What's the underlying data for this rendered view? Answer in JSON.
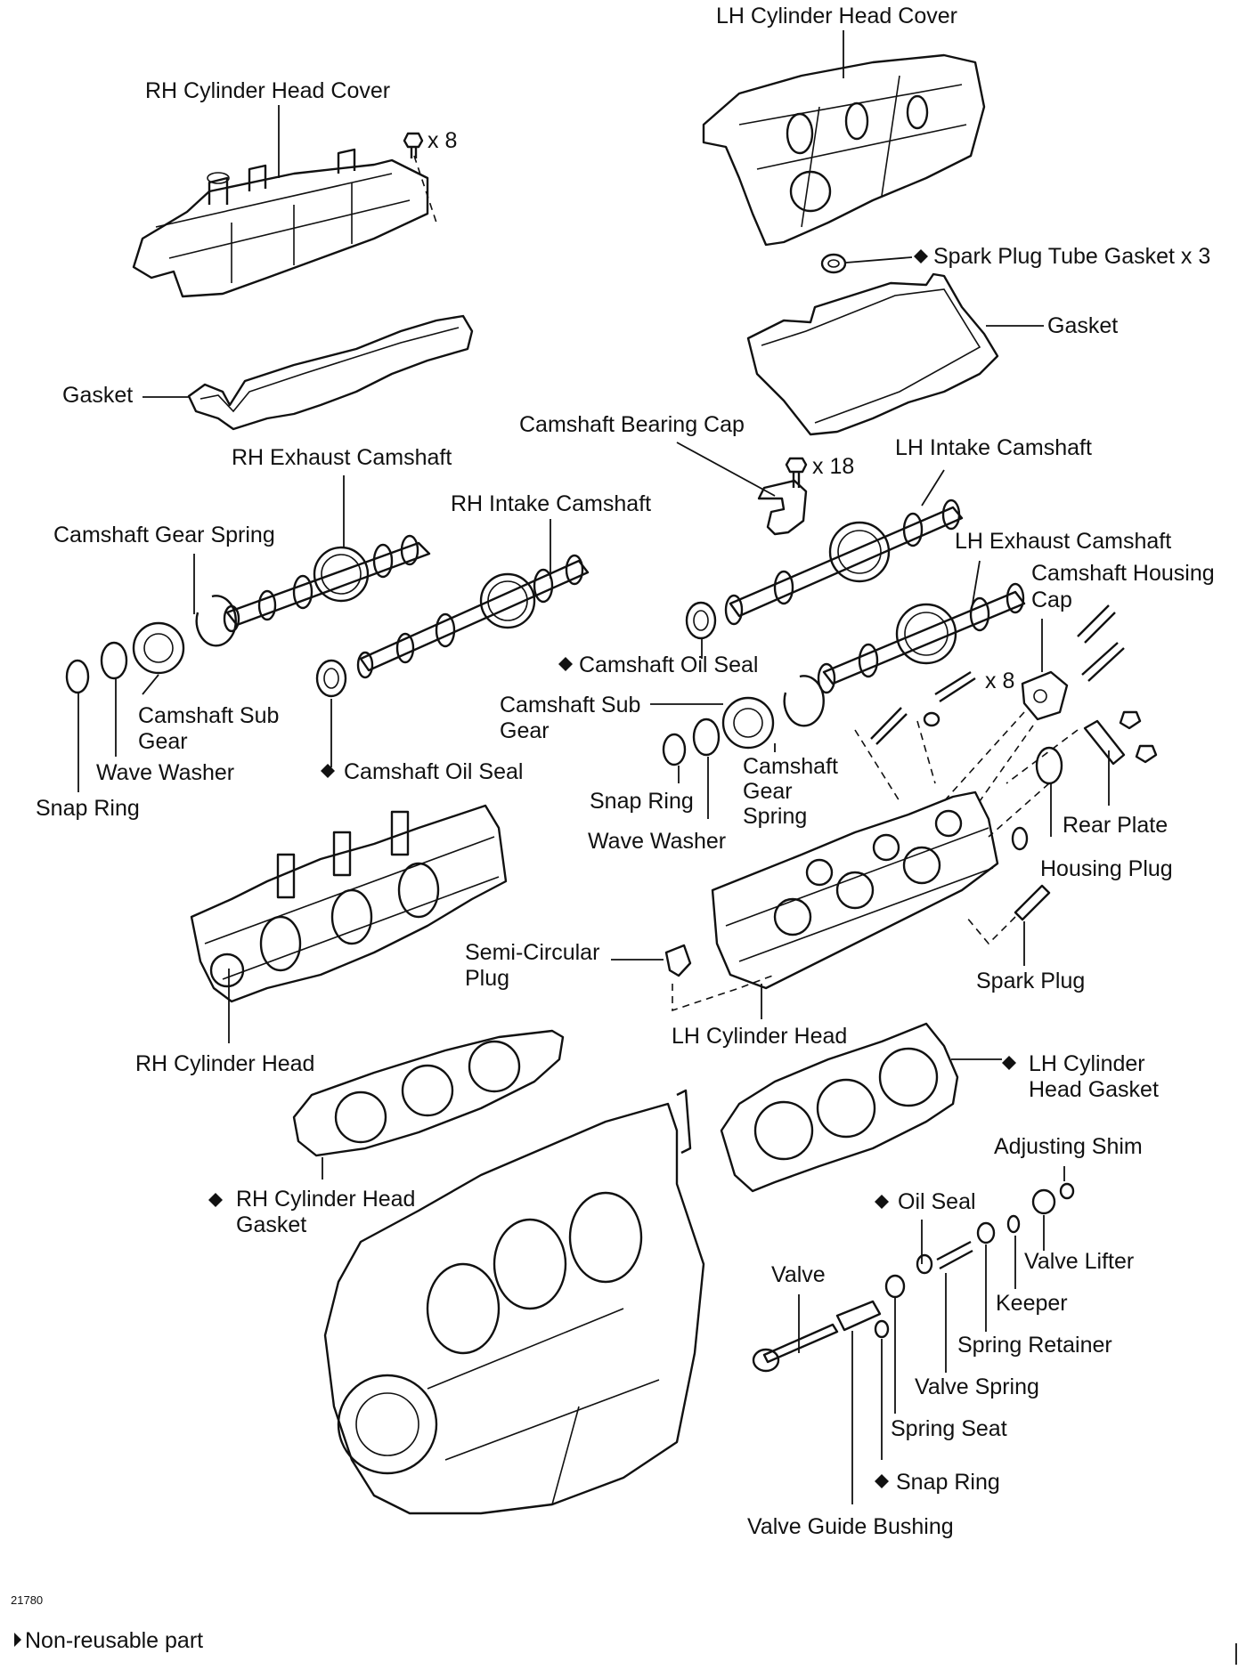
{
  "figure_number": "21780",
  "legend": {
    "text": "Non-reusable part",
    "marker": "black-diamond-arrow"
  },
  "labels": {
    "rh_cover": "RH Cylinder Head Cover",
    "lh_cover": "LH Cylinder Head Cover",
    "bolt_x8_top": "x 8",
    "spark_tube_gasket": "Spark Plug Tube Gasket x 3",
    "gasket_left": "Gasket",
    "gasket_right": "Gasket",
    "bearing_cap": "Camshaft Bearing Cap",
    "bolt_x18": "x 18",
    "lh_intake_cam": "LH Intake Camshaft",
    "rh_exhaust_cam": "RH Exhaust Camshaft",
    "rh_intake_cam": "RH Intake Camshaft",
    "gear_spring_left": "Camshaft Gear Spring",
    "lh_exhaust_cam": "LH Exhaust Camshaft",
    "housing_cap_1": "Camshaft Housing",
    "housing_cap_2": "Cap",
    "oil_seal_mid": "Camshaft Oil Seal",
    "bolt_x8_mid": "x 8",
    "sub_gear_right_1": "Camshaft Sub",
    "sub_gear_right_2": "Gear",
    "sub_gear_left_1": "Camshaft Sub",
    "sub_gear_left_2": "Gear",
    "wave_washer_left": "Wave Washer",
    "oil_seal_left": "Camshaft Oil Seal",
    "gear_spring_right_1": "Camshaft",
    "gear_spring_right_2": "Gear",
    "gear_spring_right_3": "Spring",
    "snap_ring_left": "Snap Ring",
    "snap_ring_right": "Snap Ring",
    "wave_washer_right": "Wave Washer",
    "rear_plate": "Rear Plate",
    "housing_plug": "Housing Plug",
    "semi_plug_1": "Semi-Circular",
    "semi_plug_2": "Plug",
    "spark_plug": "Spark Plug",
    "lh_head": "LH Cylinder Head",
    "rh_head": "RH Cylinder Head",
    "lh_head_gasket_1": "LH Cylinder",
    "lh_head_gasket_2": "Head Gasket",
    "adjusting_shim": "Adjusting Shim",
    "rh_head_gasket_1": "RH Cylinder Head",
    "rh_head_gasket_2": "Gasket",
    "oil_seal_valve": "Oil Seal",
    "valve_lifter": "Valve Lifter",
    "valve": "Valve",
    "keeper": "Keeper",
    "spring_retainer": "Spring Retainer",
    "valve_spring": "Valve Spring",
    "spring_seat": "Spring Seat",
    "snap_ring_valve": "Snap Ring",
    "valve_guide_bushing": "Valve Guide Bushing"
  }
}
